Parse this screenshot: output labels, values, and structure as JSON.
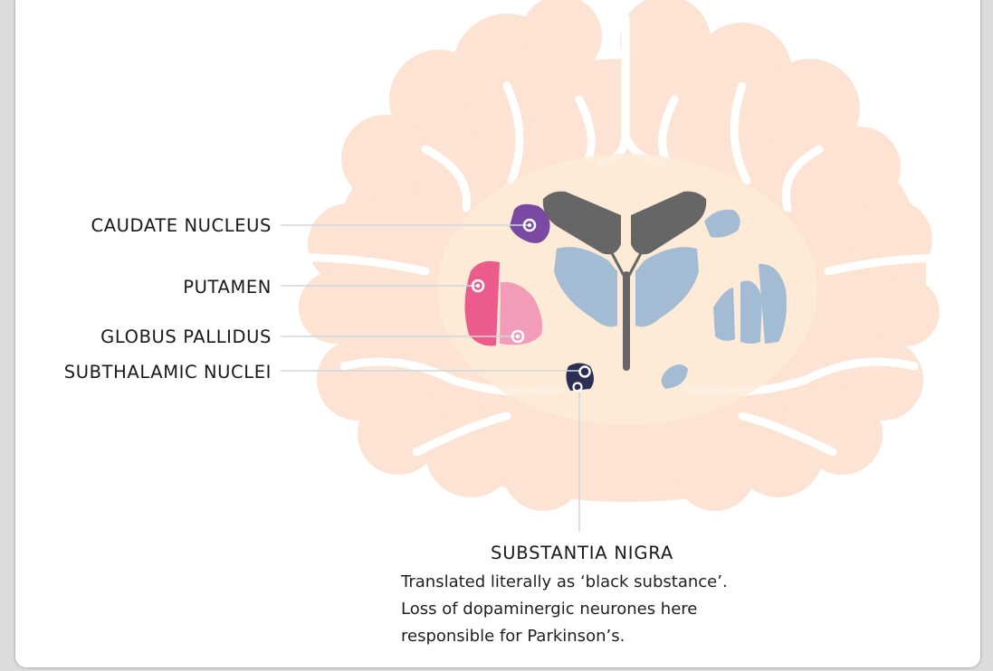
{
  "labels": {
    "caudate": "CAUDATE NUCLEUS",
    "putamen": "PUTAMEN",
    "globus": "GLOBUS PALLIDUS",
    "subthalamic": "SUBTHALAMIC NUCLEI"
  },
  "substantia_nigra": {
    "title": "SUBSTANTIA NIGRA",
    "lines": [
      "Translated literally as ‘black substance’.",
      "Loss of dopaminergic neurones here",
      "responsible for Parkinson’s."
    ]
  },
  "colors": {
    "brain_tissue": "#fde3d3",
    "white_matter": "#fdebd8",
    "ventricles": "#666666",
    "caudate": "#7a4aa3",
    "putamen": "#ec5c8a",
    "globus_pallidus": "#f29cb8",
    "basal_ganglia_right": "#a3bcd4",
    "subthalamic": "#2c2f55",
    "leader_line": "#cfd8dc"
  }
}
